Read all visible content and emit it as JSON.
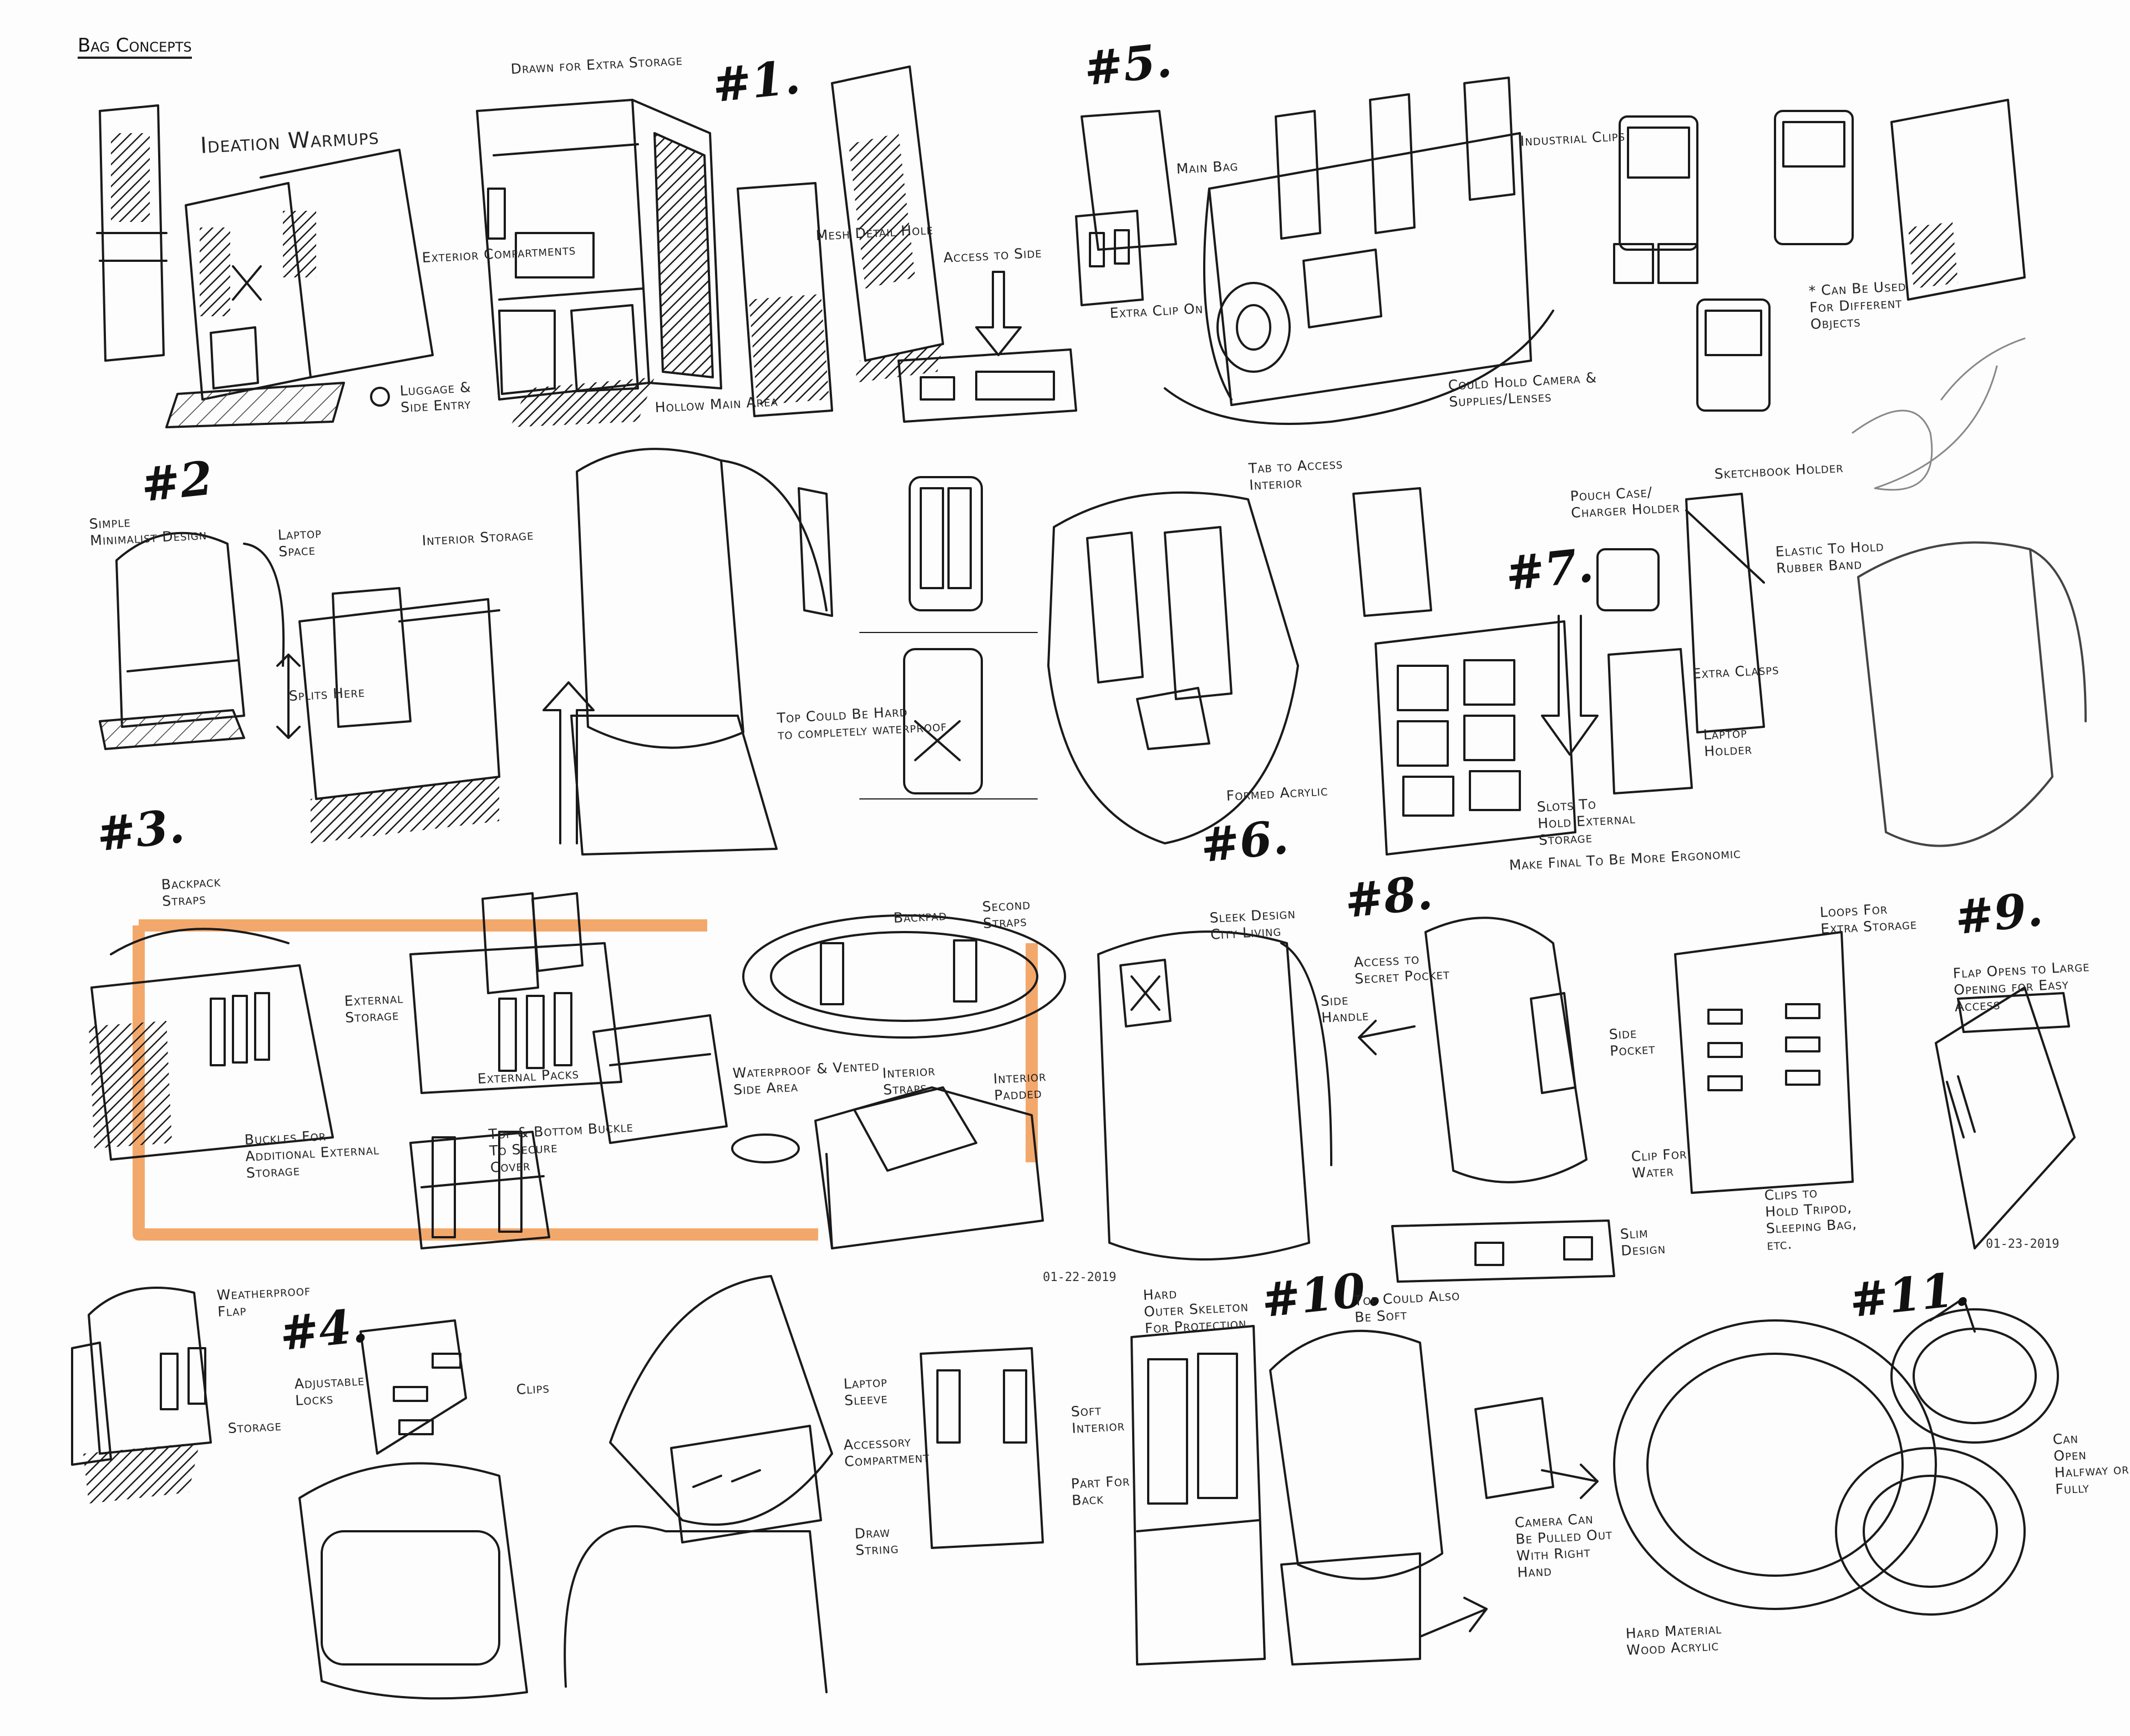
{
  "page": {
    "title": "Bag Concepts",
    "subtitle": "Ideation Warmups",
    "accent_color": "#f3a86b",
    "ink_color": "#1a1a1a"
  },
  "concept_numbers": [
    "#1.",
    "#2",
    "#3.",
    "#4.",
    "#5.",
    "#6.",
    "#7.",
    "#8.",
    "#9.",
    "#10.",
    "#11."
  ],
  "labels": {
    "drawn_for_extra_storage": "Drawn for Extra Storage",
    "exterior_compartments": "Exterior Compartments",
    "luggage_side_entry": "Luggage &\nSide Entry",
    "hollow_main_area": "Hollow Main Area",
    "mesh_detail": "Mesh Detail Hole",
    "access_to_side": "Access to Side",
    "main_bag": "Main Bag",
    "extra_clip_on": "Extra Clip On",
    "industrial_clips": "Industrial Clips",
    "could_hold_camera": "Could Hold Camera &\nSupplies/Lenses",
    "can_be_used": "* Can Be Used\nFor Different\nObjects",
    "simple_minimalist": "Simple\nMinimalist Design",
    "laptop_space": "Laptop\nSpace",
    "interior_storage": "Interior Storage",
    "splits_here": "Splits Here",
    "top_could_be_hard": "Top Could Be Hard\nto completely waterproof",
    "tab_to_access": "Tab to Access\nInterior",
    "formed_acrylic": "Formed Acrylic",
    "pouch_case": "Pouch Case/\nCharger Holder",
    "sketchbook_holder": "Sketchbook Holder",
    "elastic_to_hold": "Elastic To Hold\nRubber Band",
    "extra_clasps": "Extra Clasps",
    "laptop_holder": "Laptop\nHolder",
    "slots_to_hold": "Slots To\nHold External\nStorage",
    "make_final": "Make Final To Be More Ergonomic",
    "backpack_straps": "Backpack\nStraps",
    "external_storage": "External\nStorage",
    "buckles_for_additional": "Buckles For\nAdditional External\nStorage",
    "external_packs": "External Packs",
    "backpad": "Backpad",
    "second_straps": "Second\nStraps",
    "waterproof_vented": "Waterproof & Vented\nSide Area",
    "interior_straps": "Interior\nStraps",
    "interior_padded": "Interior\nPadded",
    "top_bottom_buckle": "Top & Bottom Buckle\nTo Secure\nCover",
    "date_1": "01-22-2019",
    "sleek_design": "Sleek Design\nCity Living",
    "side_handle": "Side\nHandle",
    "access_to_secret": "Access to\nSecret Pocket",
    "side_pocket": "Side\nPocket",
    "loops_for_extra": "Loops For\nExtra Storage",
    "clip_for_water": "Clip For\nWater",
    "clips_to_hold": "Clips to\nHold Tripod,\nSleeping Bag,\netc.",
    "slim_design": "Slim\nDesign",
    "flap_opens": "Flap Opens to Large\nOpening for Easy\nAccess",
    "date_2": "01-23-2019",
    "weatherproof_flap": "Weatherproof\nFlap",
    "storage": "Storage",
    "adjustable_locks": "Adjustable\nLocks",
    "clips": "Clips",
    "laptop_sleeve": "Laptop\nSleeve",
    "accessory_compartment": "Accessory\nCompartment",
    "draw_string": "Draw\nString",
    "hard_outer_skeleton": "Hard\nOuter Skeleton\nFor Protection",
    "soft_interior": "Soft\nInterior",
    "part_for_back": "Part For\nBack",
    "top_could_also": "Top Could Also\nBe Soft",
    "camera_can_be_pulled": "Camera Can\nBe Pulled Out\nWith Right\nHand",
    "hard_material": "Hard Material\nWood Acrylic",
    "can_open": "Can\nOpen\nHalfway or\nFully"
  }
}
